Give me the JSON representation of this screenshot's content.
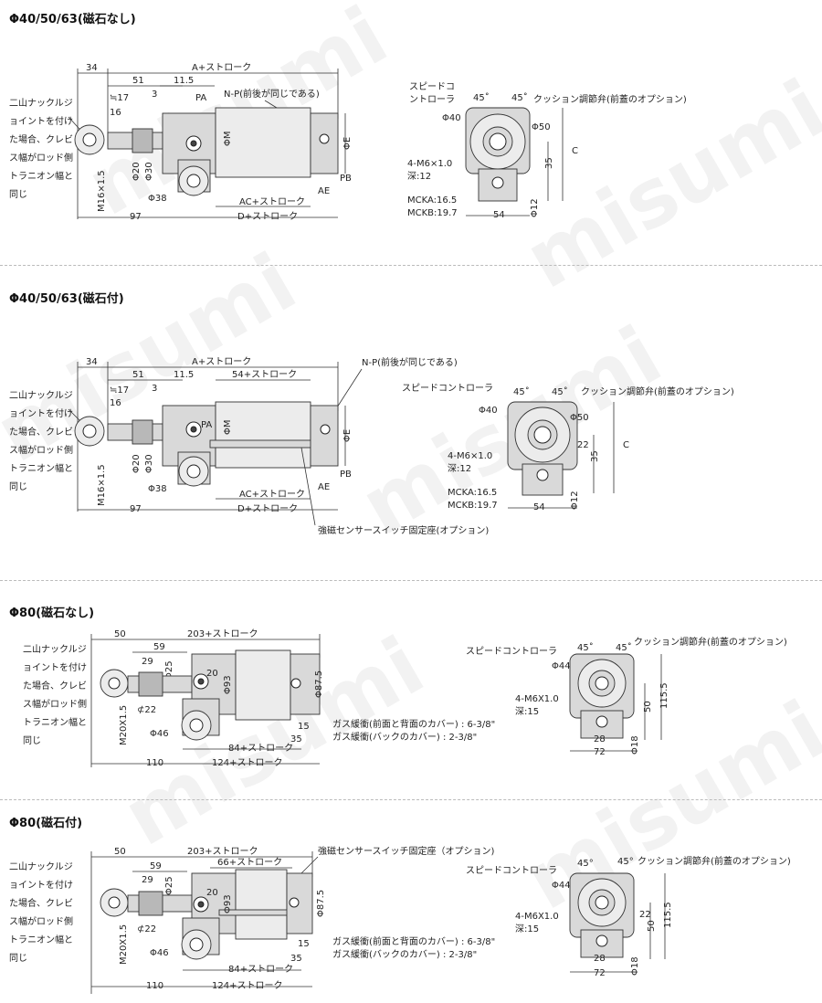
{
  "watermark": "misumi",
  "sections": [
    {
      "title": "Φ40/50/63(磁石なし)",
      "side_labels": {
        "a_stroke": "A+ストローク",
        "np": "N-P(前後が同じである)",
        "d34": "34",
        "d51": "51",
        "d11_5": "11.5",
        "d17": "≒17",
        "d3": "3",
        "pa": "PA",
        "d16": "16",
        "phi_m": "ΦM",
        "phi_e": "ΦE",
        "phi20": "Φ20",
        "phi30": "Φ30",
        "pb": "PB",
        "ae": "AE",
        "m16": "M16×1.5",
        "phi38": "Φ38",
        "ac": "AC+ストローク",
        "d97": "97",
        "d_stroke": "D+ストローク"
      },
      "note_lines": [
        "二山ナックルジ",
        "ョイントを付け",
        "た場合、クレビ",
        "ス幅がロッド側",
        "トラニオン幅と",
        "同じ"
      ],
      "front_labels": {
        "speed1": "スピードコ",
        "speed2": "ントローラ",
        "a45l": "45˚",
        "a45r": "45˚",
        "cushion": "クッション調節弁(前蓋のオプション)",
        "phi40": "Φ40",
        "phi50": "Φ50",
        "m6": "4-M6×1.0",
        "depth": "深:12",
        "d35": "35",
        "c": "C",
        "mcka": "MCKA:16.5",
        "mckb": "MCKB:19.7",
        "d54": "54",
        "phi12": "Φ12"
      }
    },
    {
      "title": "Φ40/50/63(磁石付)",
      "side_labels": {
        "a_stroke": "A+ストローク",
        "np": "N-P(前後が同じである)",
        "d34": "34",
        "d51": "51",
        "d11_5": "11.5",
        "d54s": "54+ストローク",
        "d17": "≒17",
        "d3": "3",
        "pa": "PA",
        "d16": "16",
        "phi_m": "ΦM",
        "phi_e": "ΦE",
        "phi20": "Φ20",
        "phi30": "Φ30",
        "pb": "PB",
        "ae": "AE",
        "m16": "M16×1.5",
        "phi38": "Φ38",
        "ac": "AC+ストローク",
        "d97": "97",
        "d_stroke": "D+ストローク",
        "sensor": "強磁センサースイッチ固定座(オプション)"
      },
      "note_lines": [
        "二山ナックルジ",
        "ョイントを付け",
        "た場合、クレビ",
        "ス幅がロッド側",
        "トラニオン幅と",
        "同じ"
      ],
      "front_labels": {
        "speed": "スピードコントローラ",
        "a45l": "45˚",
        "a45r": "45˚",
        "cushion": "クッション調節弁(前蓋のオプション)",
        "phi40": "Φ40",
        "phi50": "Φ50",
        "d22": "22",
        "m6": "4-M6×1.0",
        "depth": "深:12",
        "d35": "35",
        "c": "C",
        "mcka": "MCKA:16.5",
        "mckb": "MCKB:19.7",
        "d54": "54",
        "phi12": "Φ12"
      }
    },
    {
      "title": "Φ80(磁石なし)",
      "side_labels": {
        "d50": "50",
        "d203": "203+ストローク",
        "d59": "59",
        "d29": "29",
        "phi25": "Φ25",
        "d20": "20",
        "phi93": "Φ93",
        "phi87_5": "Φ87.5",
        "c22": "⊄22",
        "m20": "M20X1.5",
        "phi46": "Φ46",
        "d15": "15",
        "d35": "35",
        "gas1": "ガス緩衝(前面と背面のカバー) : 6-3/8\"",
        "gas2": "ガス緩衝(バックのカバー) : 2-3/8\"",
        "d84": "84+ストローク",
        "d110": "110",
        "d124": "124+ストローク"
      },
      "note_lines": [
        "二山ナックルジ",
        "ョイントを付け",
        "た場合、クレビ",
        "ス幅がロッド側",
        "トラニオン幅と",
        "同じ"
      ],
      "front_labels": {
        "speed": "スピードコントローラ",
        "a45l": "45˚",
        "a45r": "45˚",
        "cushion": "クッション調節弁(前蓋のオプション)",
        "phi44": "Φ44",
        "m6": "4-M6X1.0",
        "depth": "深:15",
        "d50": "50",
        "d115_5": "115.5",
        "d28": "28",
        "d72": "72",
        "phi18": "Φ18"
      }
    },
    {
      "title": "Φ80(磁石付)",
      "side_labels": {
        "d50": "50",
        "d203": "203+ストローク",
        "d66": "66+ストローク",
        "d59": "59",
        "d29": "29",
        "phi25": "Φ25",
        "d20": "20",
        "phi93": "Φ93",
        "phi87_5": "Φ87.5",
        "c22": "⊄22",
        "m20": "M20X1.5",
        "phi46": "Φ46",
        "d15": "15",
        "d35": "35",
        "sensor": "強磁センサースイッチ固定座（オプション)",
        "gas1": "ガス緩衝(前面と背面のカバー) : 6-3/8\"",
        "gas2": "ガス緩衝(バックのカバー) : 2-3/8\"",
        "d84": "84+ストローク",
        "d110": "110",
        "d124": "124+ストローク"
      },
      "note_lines": [
        "二山ナックルジ",
        "ョイントを付け",
        "た場合、クレビ",
        "ス幅がロッド側",
        "トラニオン幅と",
        "同じ"
      ],
      "front_labels": {
        "speed": "スピードコントローラ",
        "a45l": "45°",
        "a45r": "45°",
        "cushion": "クッション調節弁(前蓋のオプション)",
        "phi44": "Φ44",
        "m6": "4-M6X1.0",
        "depth": "深:15",
        "d22": "22",
        "d50": "50",
        "d115_5": "115.5",
        "d28": "28",
        "d72": "72",
        "phi18": "Φ18"
      }
    }
  ]
}
